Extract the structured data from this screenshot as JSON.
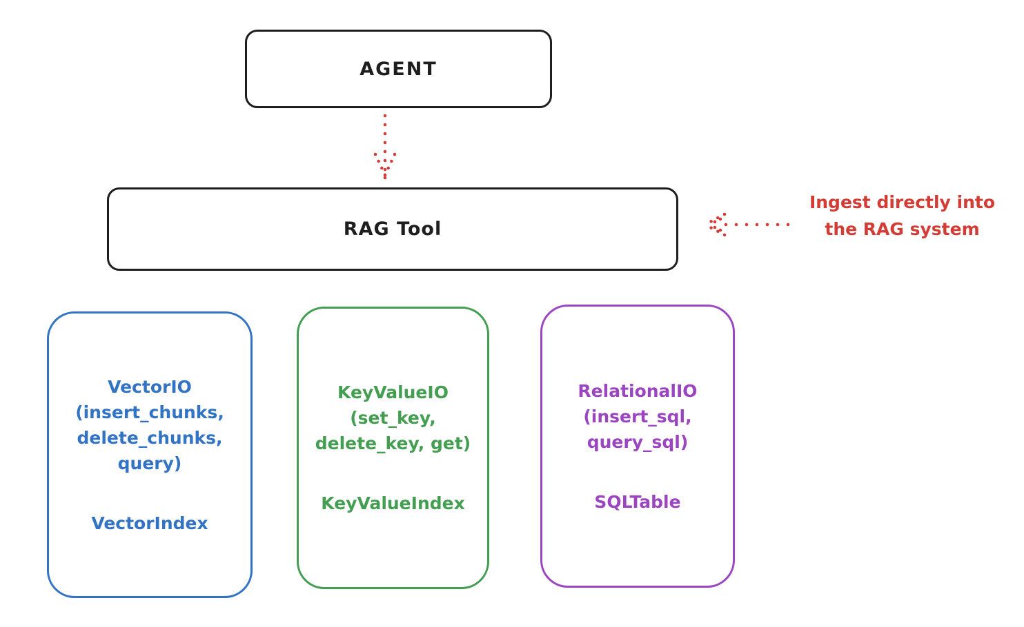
{
  "diagram": {
    "agent_label": "AGENT",
    "rag_tool_label": "RAG Tool",
    "annotation": {
      "line1": "Ingest directly into",
      "line2": "the RAG system"
    },
    "cards": [
      {
        "id": "vector-io",
        "lines": [
          "VectorIO",
          "(insert_chunks,",
          "delete_chunks,",
          "query)"
        ],
        "footer": "VectorIndex"
      },
      {
        "id": "keyvalue-io",
        "lines": [
          "KeyValueIO",
          "(set_key,",
          "delete_key, get)"
        ],
        "footer": "KeyValueIndex"
      },
      {
        "id": "relational-io",
        "lines": [
          "RelationalIO",
          "(insert_sql,",
          "query_sql)"
        ],
        "footer": "SQLTable"
      }
    ],
    "colors": {
      "node_stroke": "#1e1e1e",
      "arrow_red": "#d23c34",
      "vector_blue": "#3273c4",
      "keyvalue_green": "#449e52",
      "relational_purple": "#9b45c0"
    }
  }
}
